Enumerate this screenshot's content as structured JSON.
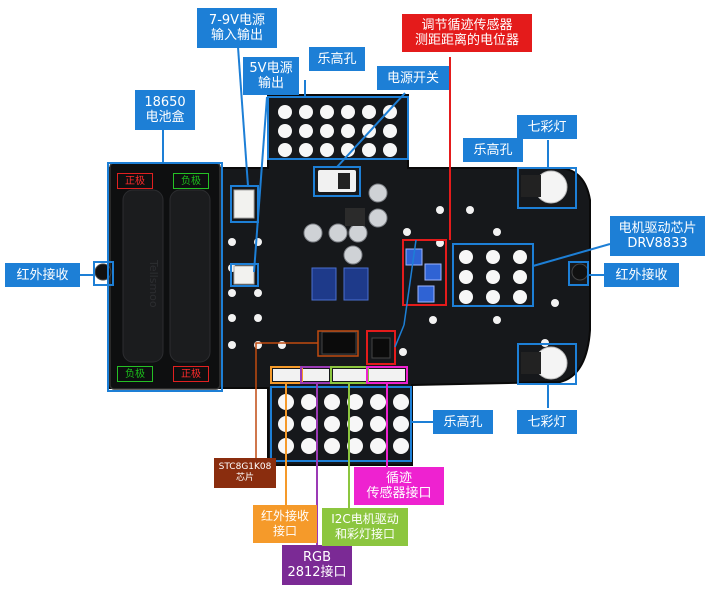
{
  "labels": {
    "battery": "18650\n电池盒",
    "power_in": "7-9V电源\n输入输出",
    "out_5v": "5V电源\n输出",
    "lego_top": "乐高孔",
    "power_switch": "电源开关",
    "potentiometer": "调节循迹传感器\n测距距离的电位器",
    "led_top": "七彩灯",
    "lego_right": "乐高孔",
    "driver": "电机驱动芯片\nDRV8833",
    "ir_left": "红外接收",
    "ir_right": "红外接收",
    "lego_bottom": "乐高孔",
    "led_bottom": "七彩灯",
    "mcu": "STC8G1K08\n芯片",
    "ir_port": "红外接收\n接口",
    "rgb_port": "RGB\n2812接口",
    "i2c_port": "I2C电机驱动\n和彩灯接口",
    "track_port": "循迹\n传感器接口"
  },
  "battery_tags": {
    "pos_top": "正极",
    "neg_top": "负极",
    "neg_bottom": "负极",
    "pos_bottom": "正极"
  },
  "board_text": "Tellsmoo",
  "colors": {
    "blue": "#1d7fd6",
    "red": "#e41b1b",
    "board": "#16181b"
  }
}
